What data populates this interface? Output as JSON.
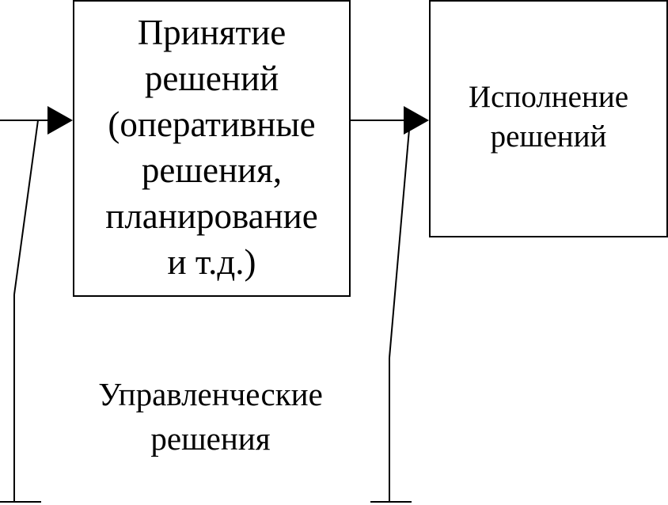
{
  "diagram": {
    "decision_box": {
      "text": "Принятие\nрешений\n(оперативные\nрешения,\nпланирование\nи т.д.)"
    },
    "execution_box": {
      "text": "Исполнение\nрешений"
    },
    "caption": {
      "text": "Управленческие\nрешения"
    },
    "colors": {
      "line": "#000000",
      "background": "#ffffff"
    }
  }
}
